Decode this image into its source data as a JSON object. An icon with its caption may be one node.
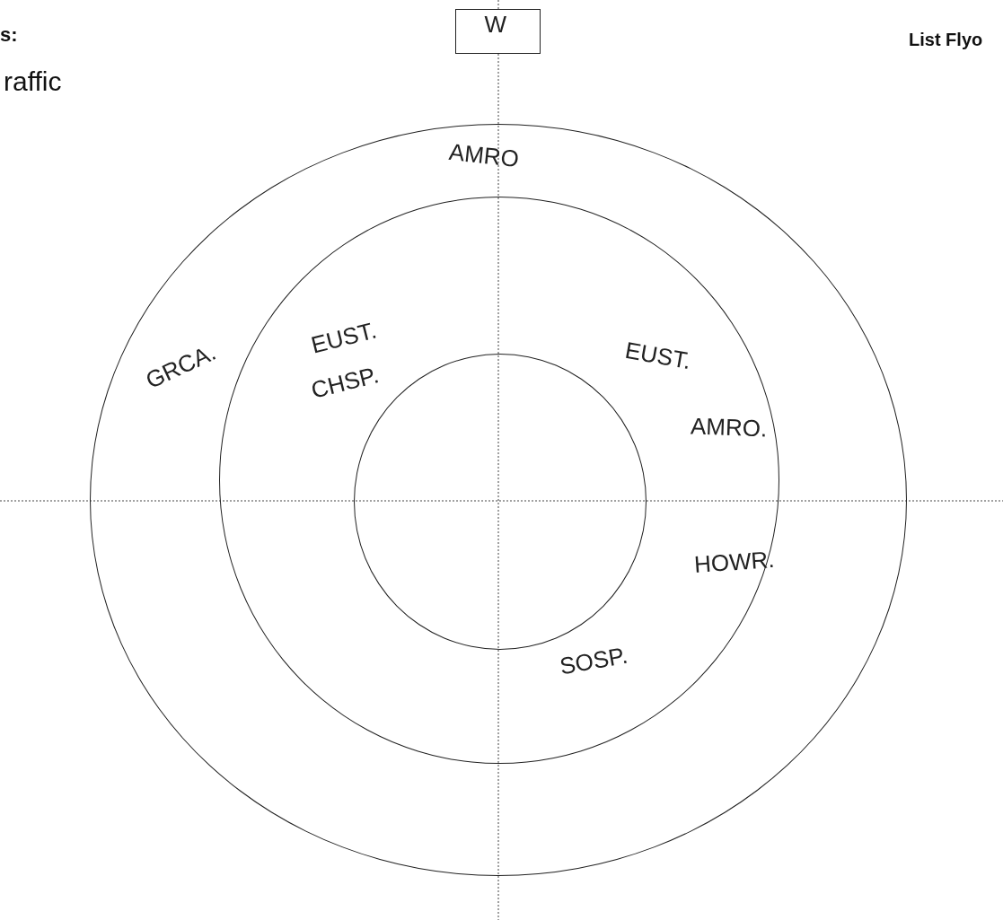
{
  "diagram": {
    "nodes": [
      {
        "text": [
          "W"
        ]
      },
      {
        "text": [
          "AMRO",
          "GRCA."
        ]
      },
      {
        "text": [
          "EUST.",
          "EUST.",
          "CHSP.",
          "AMRO.",
          "HOWR.",
          "SOSP."
        ],
        "in": 1
      },
      {
        "text": [],
        "shape": "circle",
        "in": 2
      }
    ],
    "edges": [],
    "labels": [
      "s:",
      "raffic",
      "List Flyo"
    ]
  }
}
